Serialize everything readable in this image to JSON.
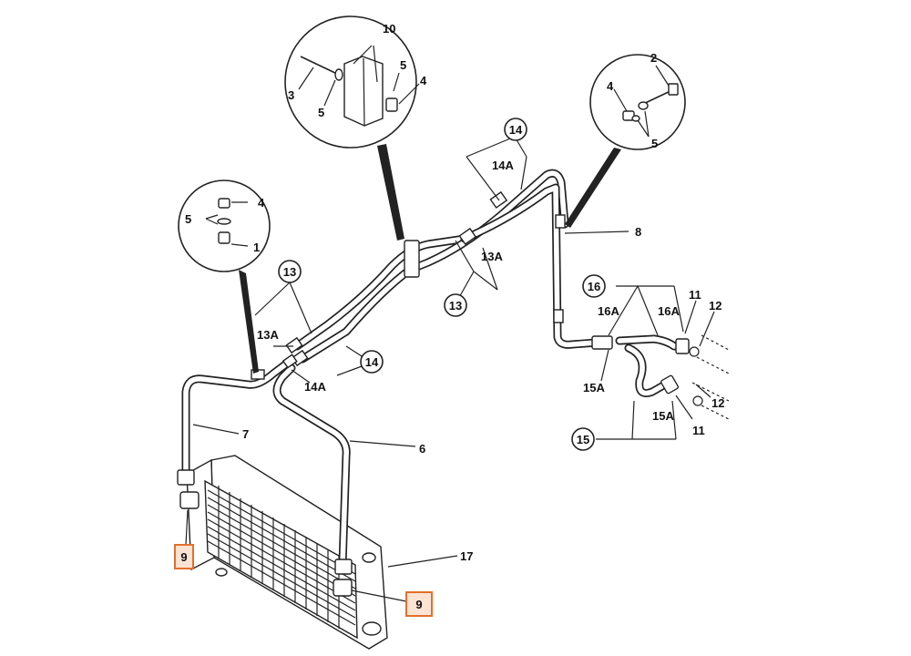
{
  "labels": {
    "l1": "1",
    "l2": "2",
    "l3": "3",
    "l4a": "4",
    "l4b": "4",
    "l4c": "4",
    "l5a": "5",
    "l5b": "5",
    "l5c": "5",
    "l5d": "5",
    "l6": "6",
    "l7": "7",
    "l8": "8",
    "l9a": "9",
    "l9b": "9",
    "l10": "10",
    "l11a": "11",
    "l11b": "11",
    "l12a": "12",
    "l12b": "12",
    "l13a": "13",
    "l13b": "13",
    "l13Aa": "13A",
    "l13Ab": "13A",
    "l14a": "14",
    "l14b": "14",
    "l14Aa": "14A",
    "l14Ab": "14A",
    "l15": "15",
    "l15Aa": "15A",
    "l15Ab": "15A",
    "l16": "16",
    "l16Aa": "16A",
    "l16Ab": "16A",
    "l17": "17"
  },
  "colors": {
    "highlight_border": "#e0702c",
    "highlight_fill": "#fde3d4",
    "line": "#222222"
  }
}
